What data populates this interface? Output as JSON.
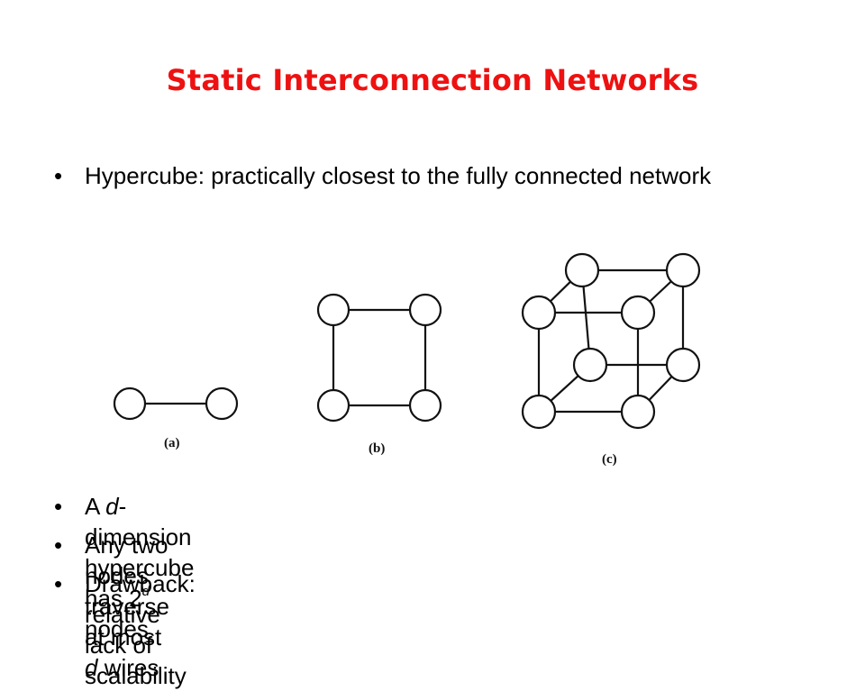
{
  "slide": {
    "title": "Static Interconnection Networks",
    "bullets": {
      "b1": {
        "text": "Hypercube: practically closest to the fully connected network"
      },
      "b2": {
        "pre": "A ",
        "var": "d",
        "mid": "-dimension hypercube has 2",
        "sup": "d",
        "post": " nodes"
      },
      "b3": {
        "pre": "Any two nodes traverse at most ",
        "var": "d",
        "post": " wires"
      },
      "b4": {
        "text": "Drawback: relative lack of scalability"
      }
    },
    "bullet_glyph": "•"
  },
  "figure": {
    "labels": {
      "a": "(a)",
      "b": "(b)",
      "c": "(c)"
    }
  }
}
